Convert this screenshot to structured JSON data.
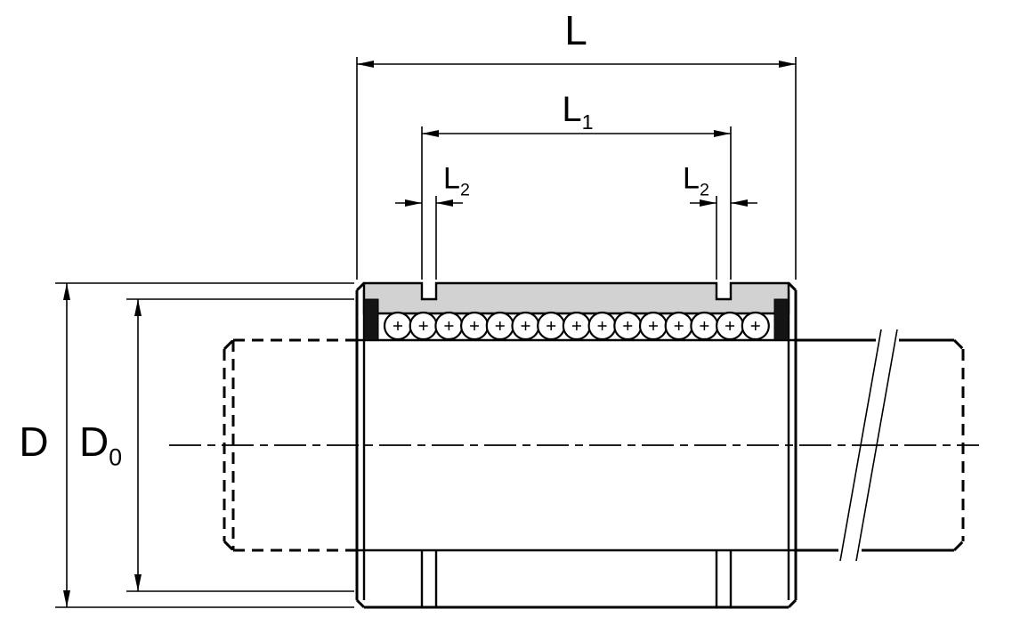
{
  "drawing": {
    "dimension_labels": {
      "overall_length": {
        "main": "L",
        "sub": ""
      },
      "inner_length": {
        "main": "L",
        "sub": "1"
      },
      "groove_width_left": {
        "main": "L",
        "sub": "2"
      },
      "groove_width_right": {
        "main": "L",
        "sub": "2"
      },
      "outer_diameter": {
        "main": "D",
        "sub": ""
      },
      "groove_diameter": {
        "main": "D",
        "sub": "0"
      }
    },
    "colors": {
      "line": "#000000",
      "section_fill": "#d2d2d2",
      "seal_fill": "#141414",
      "background": "#ffffff"
    },
    "ball_count": 15
  }
}
